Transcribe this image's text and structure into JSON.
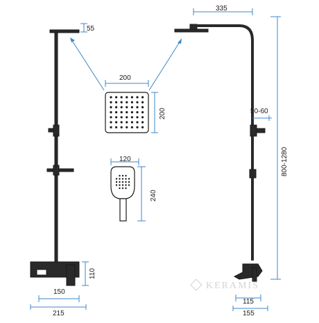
{
  "dimensions": {
    "top_offset": "55",
    "arm_length": "335",
    "head_width": "200",
    "head_height": "200",
    "hand_width": "120",
    "hand_height": "240",
    "bracket_range": "50-60",
    "total_height": "800-1280",
    "mixer_height": "110",
    "left_inner_width": "150",
    "left_outer_width": "215",
    "right_inner_width": "115",
    "right_outer_width": "155"
  },
  "watermark": "KERAMIS",
  "colors": {
    "dimension_line": "#3f86c9",
    "metal": "#2a2a2a",
    "text": "#1a1a1a"
  }
}
